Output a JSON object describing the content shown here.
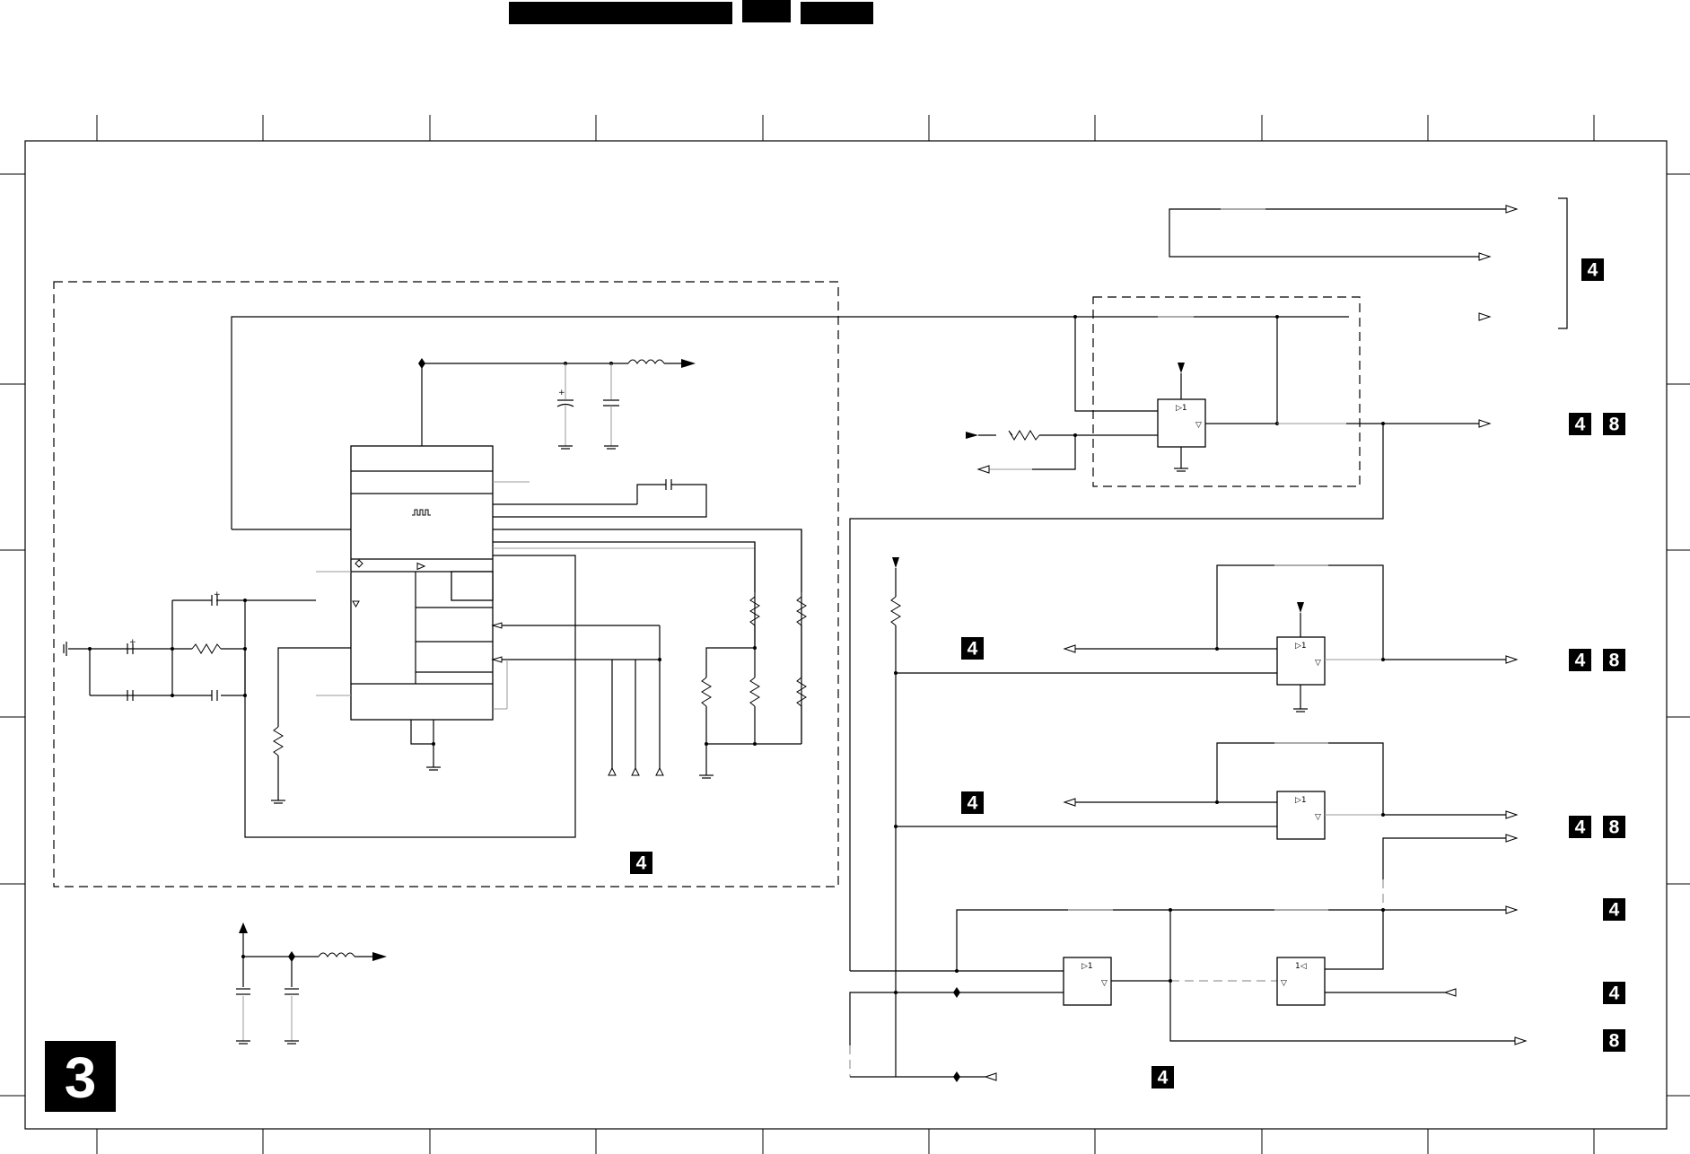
{
  "sheet": {
    "number_label": "3"
  },
  "header_bars": [
    {
      "name": "title-bar-main"
    },
    {
      "name": "title-bar-small"
    },
    {
      "name": "title-bar-right"
    }
  ],
  "references": [
    {
      "id": "ref-upper-right-bracket",
      "label": "4"
    },
    {
      "id": "ref-dataline-4",
      "label": "4"
    },
    {
      "id": "ref-dataline-8",
      "label": "8"
    },
    {
      "id": "ref-buf1-out-4",
      "label": "4"
    },
    {
      "id": "ref-buf1-out-8",
      "label": "8"
    },
    {
      "id": "ref-buf1-in",
      "label": "4"
    },
    {
      "id": "ref-buf2-in",
      "label": "4"
    },
    {
      "id": "ref-buf2-out-4",
      "label": "4"
    },
    {
      "id": "ref-buf2-out-8",
      "label": "8"
    },
    {
      "id": "ref-bus-line-1",
      "label": "4"
    },
    {
      "id": "ref-bus-line-2",
      "label": "4"
    },
    {
      "id": "ref-bus-line-3",
      "label": "8"
    },
    {
      "id": "ref-bottom-input",
      "label": "4"
    },
    {
      "id": "ref-ic-block",
      "label": "4"
    }
  ],
  "gate_symbols": {
    "buffer": "▷1",
    "reverse_buffer": "1◁",
    "output": "▽"
  }
}
